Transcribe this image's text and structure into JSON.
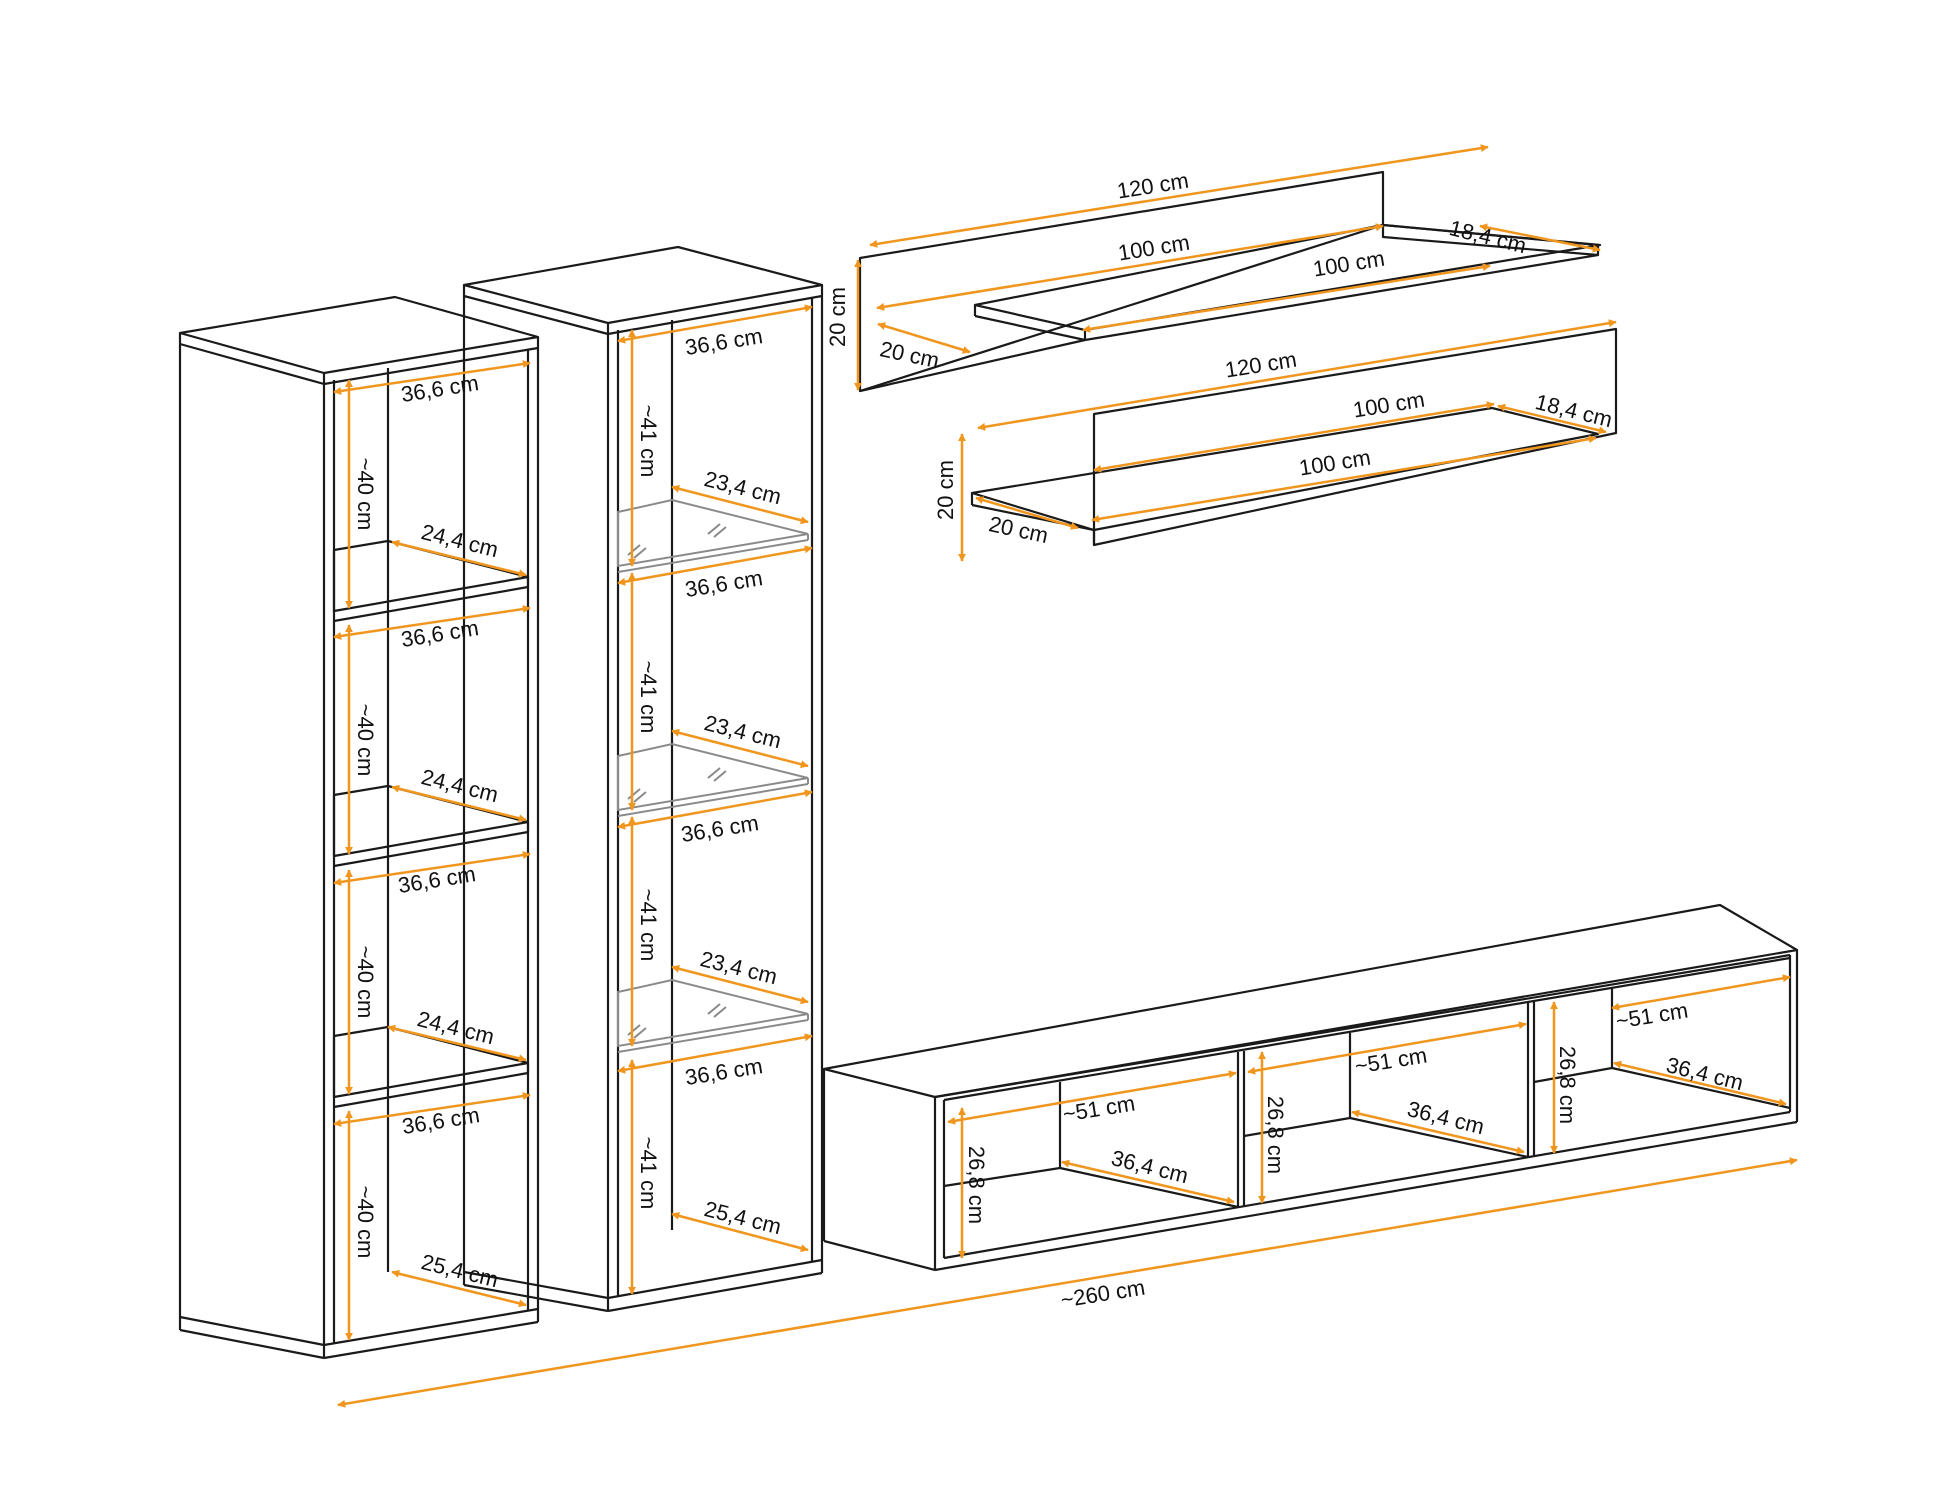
{
  "colors": {
    "line": "#1a1a1a",
    "dimension": "#f0961e",
    "glass": "#8a8a8a",
    "text": "#111111"
  },
  "labels": {
    "tall_cabinet_left": {
      "width_1": "36,6 cm",
      "height_1": "~40 cm",
      "shelf_1": "24,4 cm",
      "width_2": "36,6 cm",
      "height_2": "~40 cm",
      "shelf_2": "24,4 cm",
      "width_3": "36,6 cm",
      "height_3": "~40 cm",
      "shelf_3": "24,4 cm",
      "width_4": "36,6 cm",
      "height_4": "~40 cm",
      "depth_bottom": "25,4 cm"
    },
    "tall_cabinet_right": {
      "width_1": "36,6 cm",
      "height_1": "~41 cm",
      "glass_1": "23,4 cm",
      "width_2": "36,6 cm",
      "height_2": "~41 cm",
      "glass_2": "23,4 cm",
      "width_3": "36,6 cm",
      "height_3": "~41 cm",
      "glass_3": "23,4 cm",
      "width_4": "36,6 cm",
      "height_4": "~41 cm",
      "depth_bottom": "25,4 cm"
    },
    "shelf_top": {
      "panel_length": "120 cm",
      "shelf_back": "100 cm",
      "shelf_front": "100 cm",
      "shelf_depth": "18,4 cm",
      "height": "20 cm",
      "depth": "20 cm"
    },
    "shelf_bottom": {
      "panel_length": "120 cm",
      "shelf_back": "100 cm",
      "shelf_front": "100 cm",
      "shelf_depth": "18,4 cm",
      "height": "20 cm",
      "depth": "20 cm"
    },
    "tv_unit": {
      "c1_width": "~51 cm",
      "c1_depth": "36,4 cm",
      "c1_height": "26,8 cm",
      "c2_width": "~51 cm",
      "c2_depth": "36,4 cm",
      "c2_height": "26,8 cm",
      "c3_width": "~51 cm",
      "c3_depth": "36,4 cm",
      "c3_height": "26,8 cm"
    },
    "total_width": "~260 cm"
  }
}
